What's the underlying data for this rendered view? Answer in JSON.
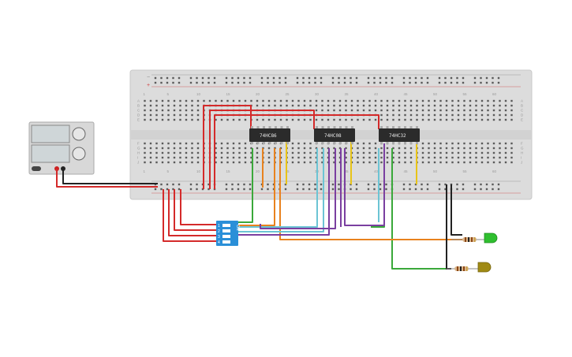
{
  "breadboard": {
    "column_numbers": [
      "1",
      "5",
      "10",
      "15",
      "20",
      "25",
      "30",
      "35",
      "40",
      "45",
      "50",
      "55",
      "60"
    ],
    "row_letters_top": [
      "A",
      "B",
      "C",
      "D",
      "E"
    ],
    "row_letters_bottom": [
      "F",
      "G",
      "H",
      "I",
      "J"
    ],
    "rail_plus": "+",
    "rail_minus": "−"
  },
  "chips": [
    {
      "label": "74HC86"
    },
    {
      "label": "74HC08"
    },
    {
      "label": "74HC32"
    }
  ],
  "dip_switch": {
    "label": "ON",
    "numbers": [
      "1",
      "2",
      "3",
      "4"
    ]
  },
  "leds": [
    {
      "color": "#2fbf2f",
      "name": "green-led"
    },
    {
      "color": "#a08a14",
      "name": "yellow-led"
    }
  ],
  "wire_colors": {
    "red": "#d42a2a",
    "black": "#222222",
    "green": "#3aa83a",
    "orange": "#e8821e",
    "yellow": "#e8c418",
    "cyan": "#6cc4d4",
    "purple": "#7a3fa0"
  }
}
